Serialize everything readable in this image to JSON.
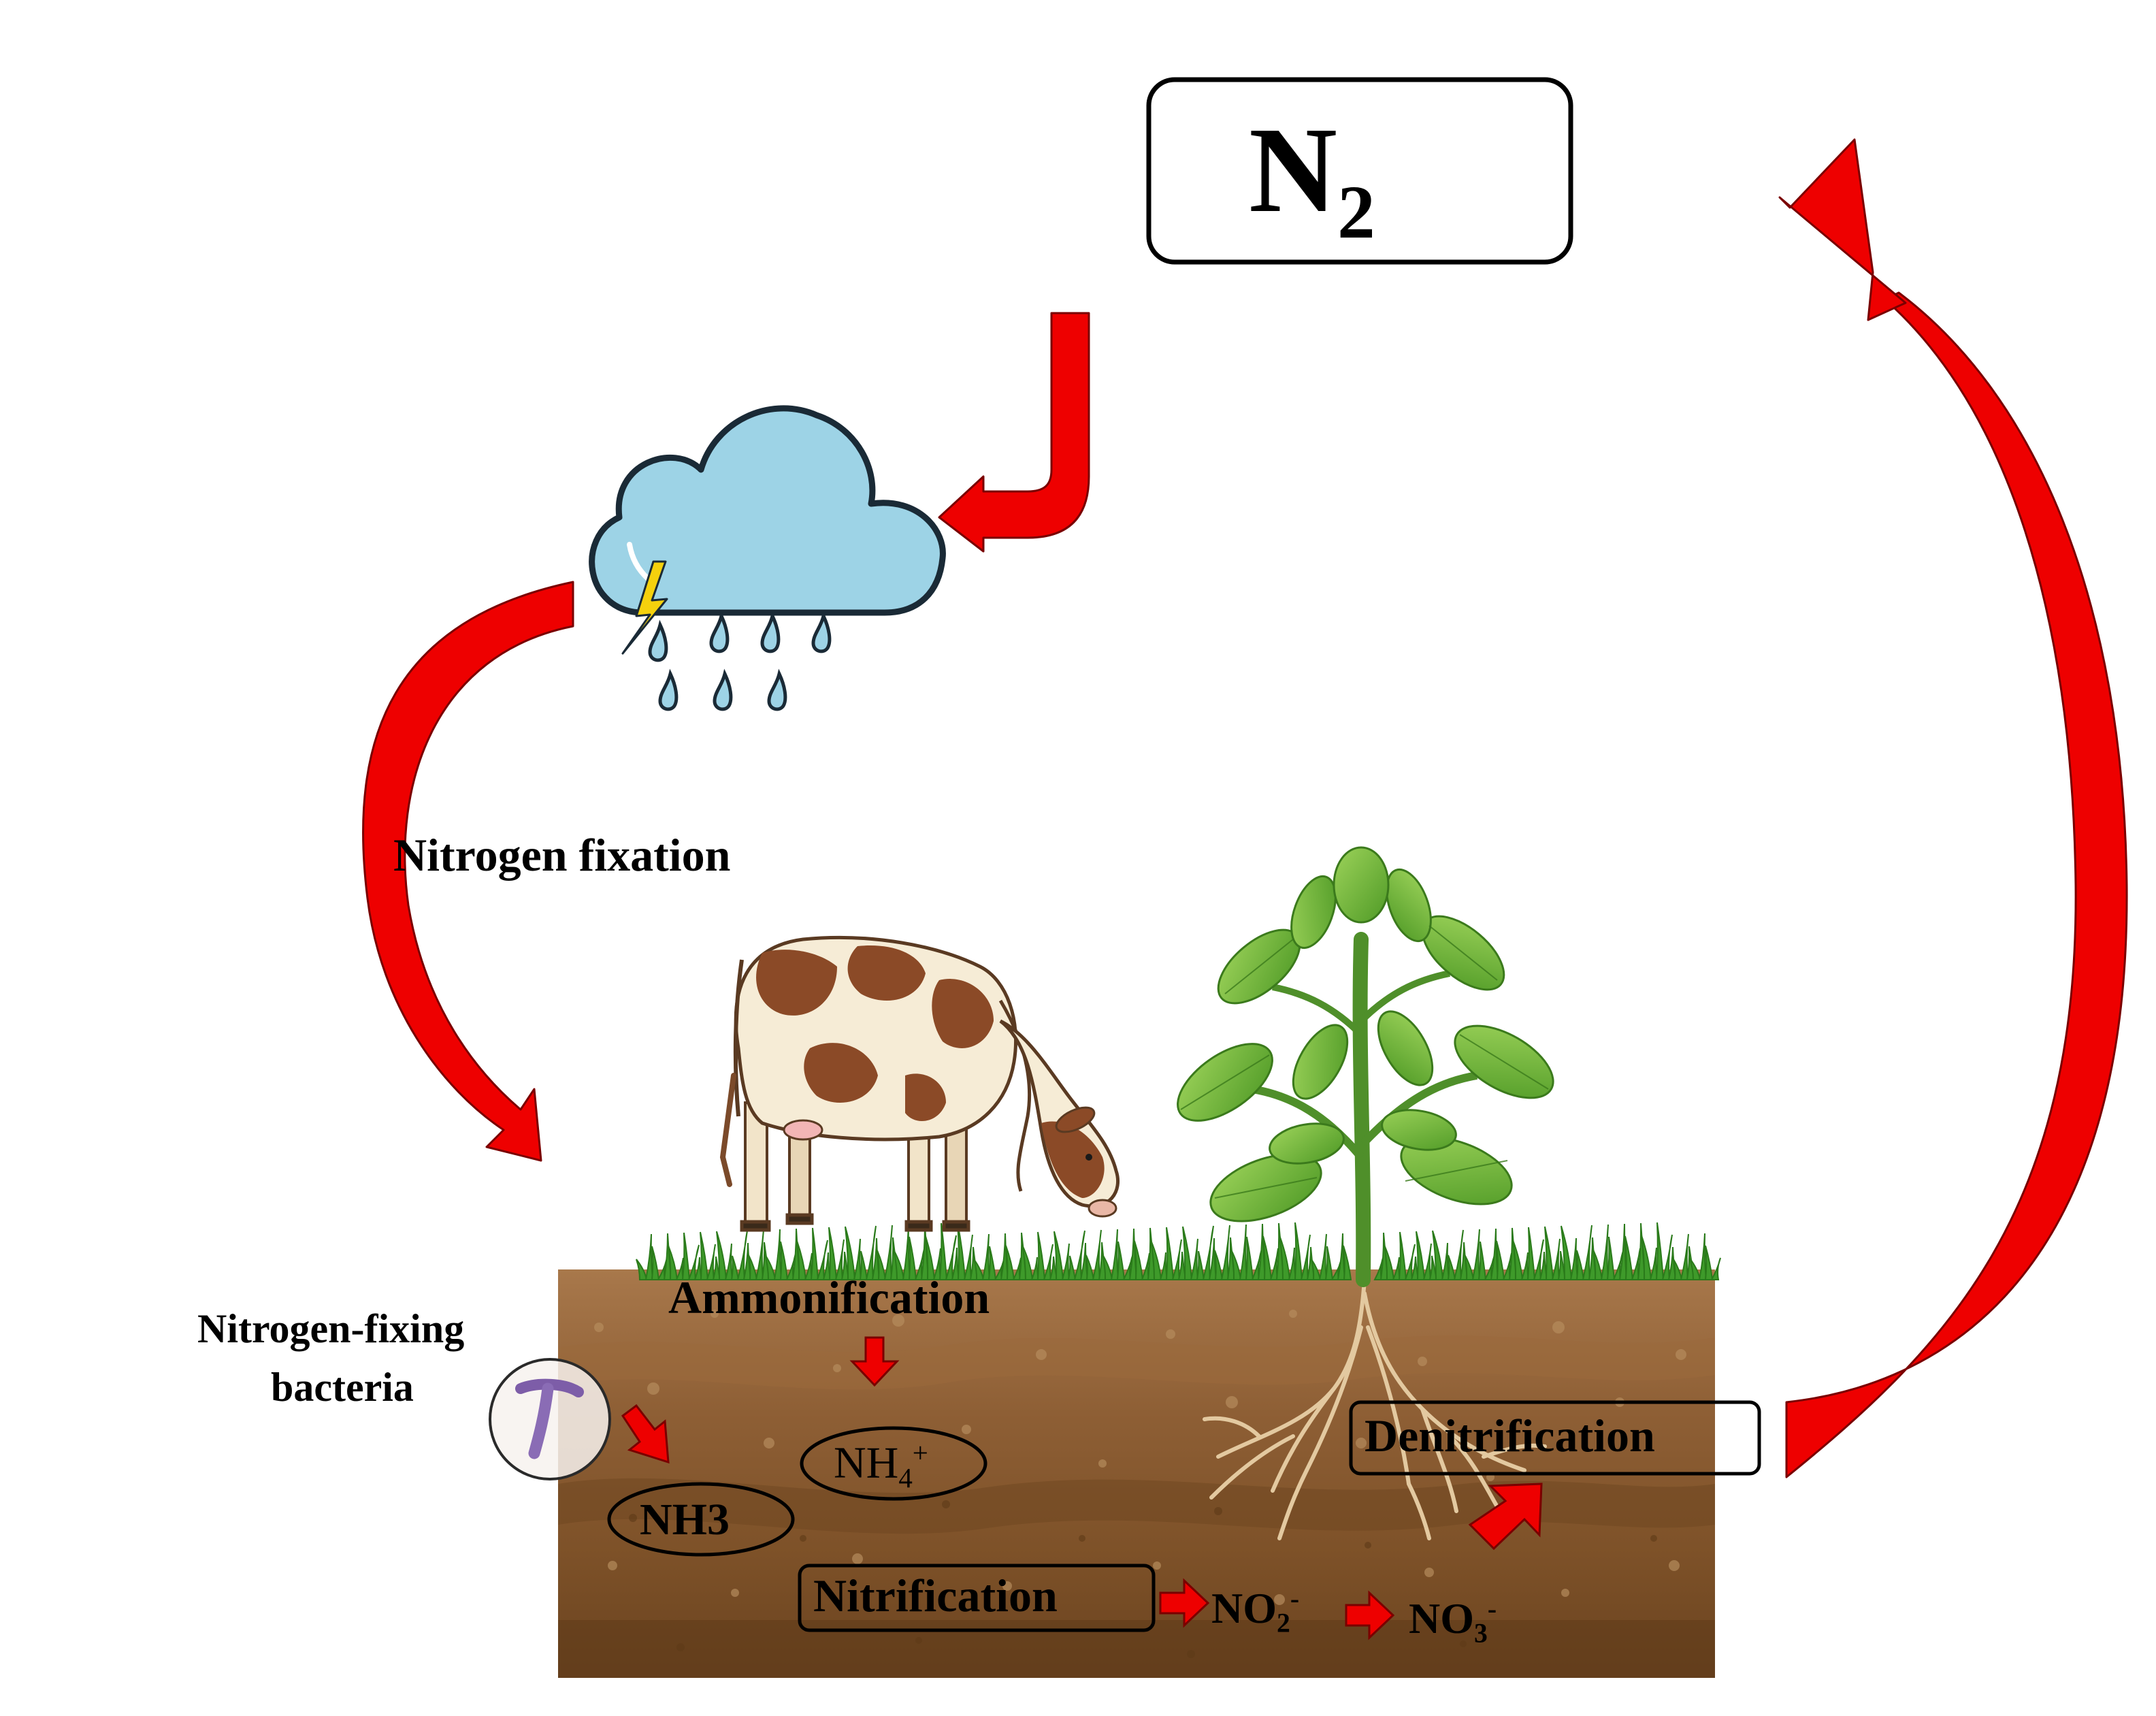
{
  "labels": {
    "n2": "N",
    "n2_sub": "2",
    "nitrogen_fixation": "Nitrogen fixation",
    "nitrogen_fixing_bacteria_line1": "Nitrogen-fixing",
    "nitrogen_fixing_bacteria_line2": "bacteria",
    "ammonification": "Ammonification",
    "nh4": "NH",
    "nh4_sub": "4",
    "nh4_sup": "+",
    "nh3": "NH3",
    "nitrification": "Nitrification",
    "no2": "NO",
    "no2_sub": "2",
    "no2_sup": "-",
    "no3": "NO",
    "no3_sub": "3",
    "no3_sup": "-",
    "denitrification": "Denitrification"
  },
  "icons": {
    "cloud": "rain-cloud-with-lightning-icon",
    "bacterium": "bacterium-icon",
    "cow": "grazing-cow-illustration",
    "plant": "plant-with-roots-illustration",
    "soil": "soil-cross-section"
  },
  "colors": {
    "arrow_red": "#ee0000",
    "soil_brown": "#8a5a31",
    "grass_green": "#3e9a2a",
    "cloud_blue": "#9dd3e6",
    "text": "#000000"
  }
}
